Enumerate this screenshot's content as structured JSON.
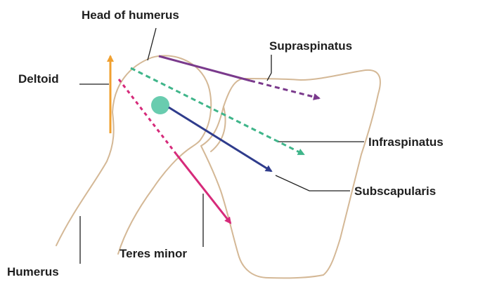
{
  "labels": {
    "head_of_humerus": "Head of humerus",
    "supraspinatus": "Supraspinatus",
    "deltoid": "Deltoid",
    "infraspinatus": "Infraspinatus",
    "subscapularis": "Subscapularis",
    "teres_minor": "Teres minor",
    "humerus": "Humerus"
  },
  "colors": {
    "bone_outline": "#d4b896",
    "deltoid": "#f0a030",
    "supraspinatus": "#7a3a8c",
    "infraspinatus": "#3fb58a",
    "subscapularis": "#2f3c8c",
    "teres_minor": "#d62a7a",
    "axis_point": "#4fc3a1",
    "leader_line": "#1e1e1e"
  }
}
